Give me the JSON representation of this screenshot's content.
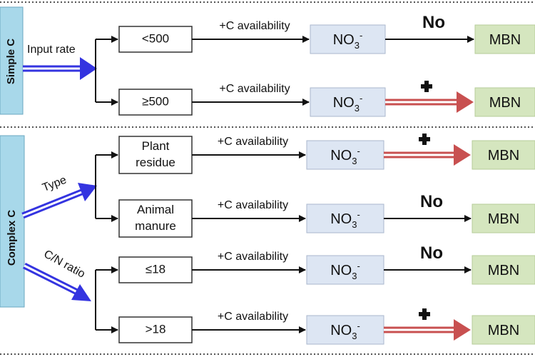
{
  "sections": {
    "simple_label": "Simple C",
    "complex_label": "Complex C",
    "input_rate": "Input rate",
    "type": "Type",
    "cn_ratio": "C/N ratio"
  },
  "rows": [
    {
      "condition": [
        "<500"
      ],
      "process": "+C availability",
      "source": [
        "NO",
        "3",
        "-"
      ],
      "effect": "No",
      "target": "MBN"
    },
    {
      "condition": [
        "≥500"
      ],
      "process": "+C availability",
      "source": [
        "NO",
        "3",
        "-"
      ],
      "effect": "✚",
      "target": "MBN"
    },
    {
      "condition": [
        "Plant",
        "residue"
      ],
      "process": "+C availability",
      "source": [
        "NO",
        "3",
        "-"
      ],
      "effect": "✚",
      "target": "MBN"
    },
    {
      "condition": [
        "Animal",
        "manure"
      ],
      "process": "+C availability",
      "source": [
        "NO",
        "3",
        "-"
      ],
      "effect": "No",
      "target": "MBN"
    },
    {
      "condition": [
        "≤18"
      ],
      "process": "+C availability",
      "source": [
        "NO",
        "3",
        "-"
      ],
      "effect": "No",
      "target": "MBN"
    },
    {
      "condition": [
        ">18"
      ],
      "process": "+C availability",
      "source": [
        "NO",
        "3",
        "-"
      ],
      "effect": "✚",
      "target": "MBN"
    }
  ],
  "colors": {
    "side_box": "#a8d8ea",
    "no3_box": "#dde6f3",
    "mbn_box": "#d5e6bf",
    "blue_arrow": "#3434e0",
    "red_arrow": "#c85050",
    "divider": "#555555"
  },
  "icons": {
    "plus": "plus-icon"
  }
}
